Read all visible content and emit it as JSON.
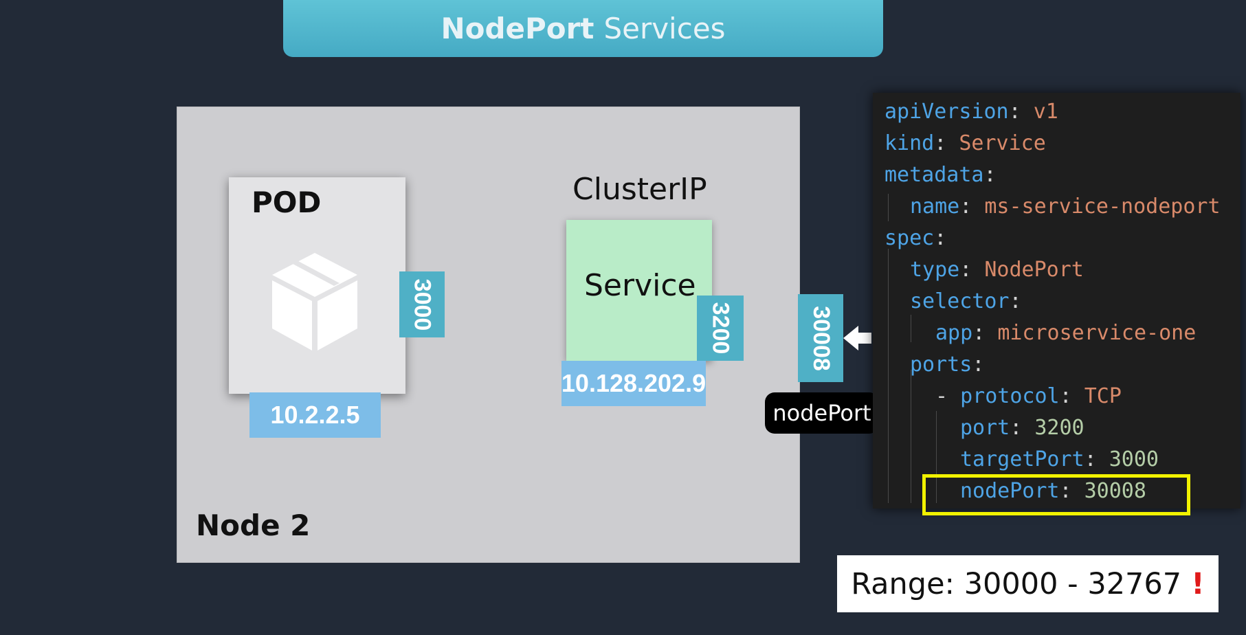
{
  "title": {
    "bold": "NodePort",
    "rest": "Services"
  },
  "node": {
    "label": "Node 2"
  },
  "pod": {
    "label": "POD",
    "port": "3000",
    "ip": "10.2.2.5",
    "icon": "package-box-icon"
  },
  "cluster_service": {
    "type_label": "ClusterIP",
    "label": "Service",
    "port": "3200",
    "ip": "10.128.202.9"
  },
  "node_port": {
    "port": "30008",
    "badge": "nodePort",
    "arrow_icon": "arrow-left-icon"
  },
  "yaml": {
    "apiVersion_key": "apiVersion",
    "apiVersion_val": "v1",
    "kind_key": "kind",
    "kind_val": "Service",
    "metadata_key": "metadata",
    "name_key": "name",
    "name_val": "ms-service-nodeport",
    "spec_key": "spec",
    "type_key": "type",
    "type_val": "NodePort",
    "selector_key": "selector",
    "app_key": "app",
    "app_val": "microservice-one",
    "ports_key": "ports",
    "protocol_key": "protocol",
    "protocol_val": "TCP",
    "port_key": "port",
    "port_val": "3200",
    "targetPort_key": "targetPort",
    "targetPort_val": "3000",
    "nodePort_key": "nodePort",
    "nodePort_val": "30008"
  },
  "range": {
    "text": "Range: 30000 - 32767",
    "icon": "exclamation-icon"
  },
  "colors": {
    "background": "#222a37",
    "accent": "#4fb0c6",
    "ip_tag": "#7dbde8",
    "service_fill": "#b9ecc8",
    "highlight": "#f2f200"
  }
}
